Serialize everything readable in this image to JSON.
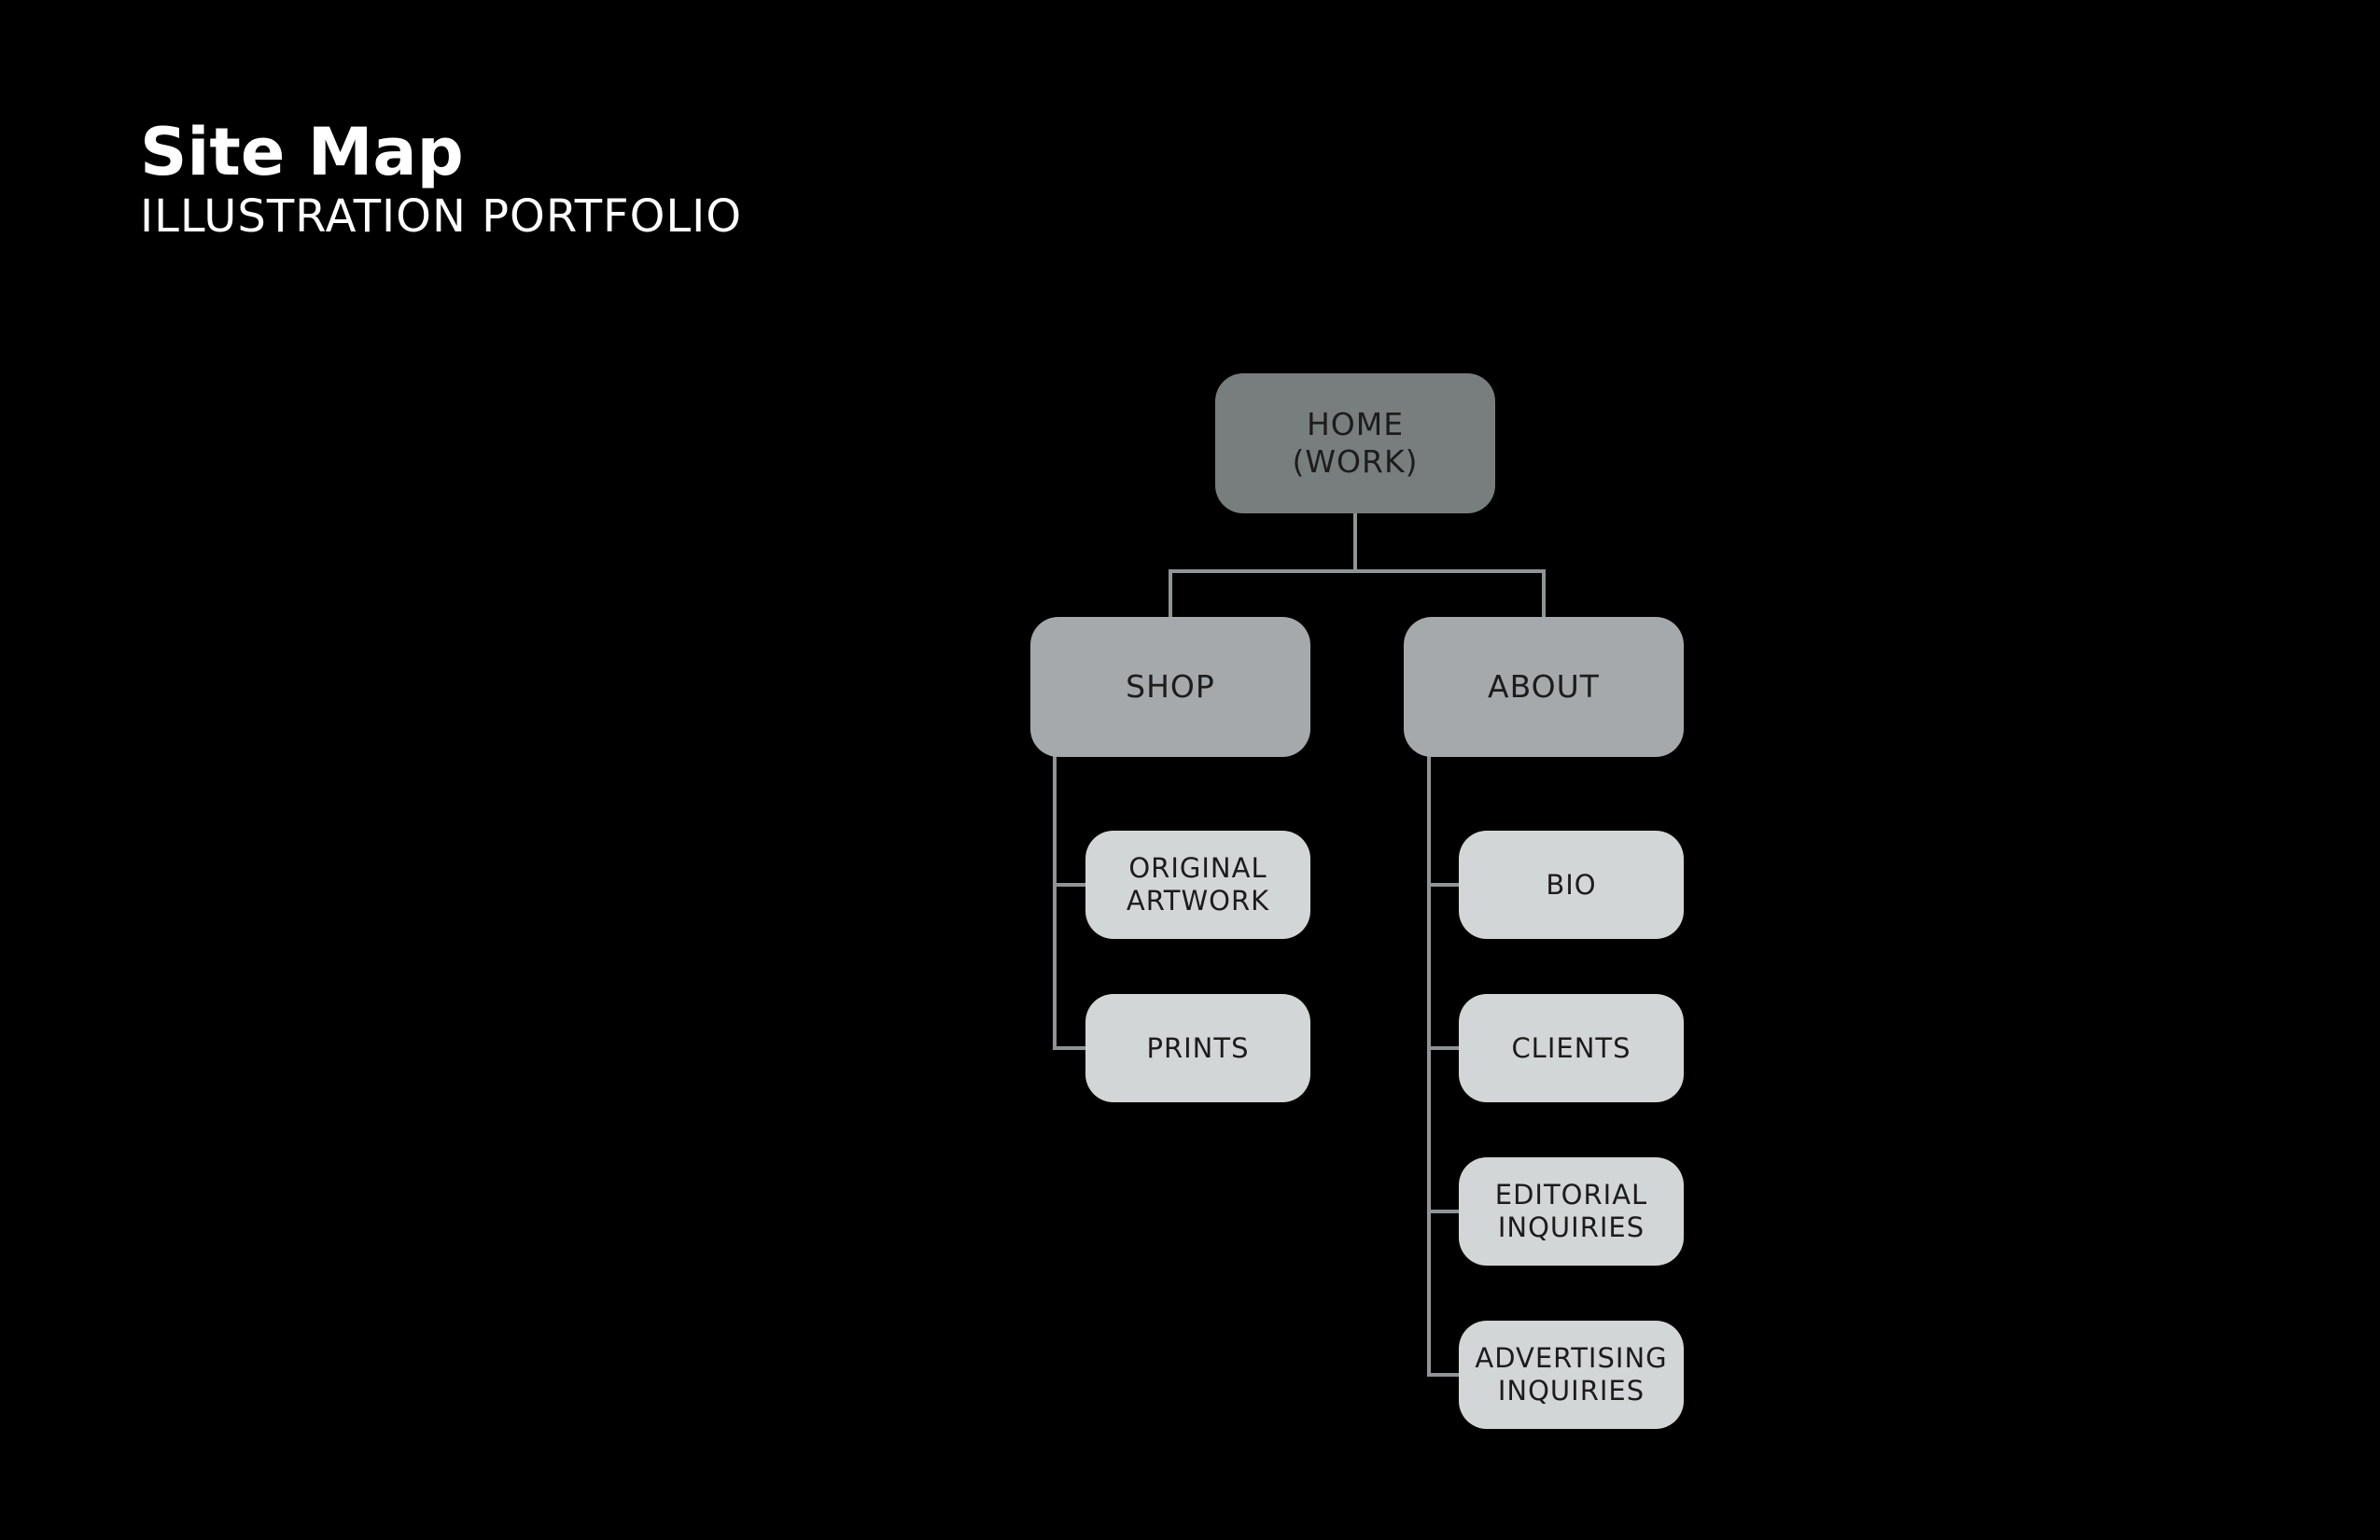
{
  "header": {
    "title": "Site Map",
    "subtitle": "ILLUSTRATION PORTFOLIO"
  },
  "colors": {
    "background": "#000000",
    "root_node": "#787e7d",
    "section_node": "#a5a9ac",
    "page_node": "#d3d6d7",
    "connector": "#8f9496",
    "node_text": "#1c1c1c"
  },
  "sitemap": {
    "root": {
      "label": "HOME\n(WORK)"
    },
    "sections": [
      {
        "label": "SHOP",
        "pages": [
          {
            "label": "ORIGINAL\nARTWORK"
          },
          {
            "label": "PRINTS"
          }
        ]
      },
      {
        "label": "ABOUT",
        "pages": [
          {
            "label": "BIO"
          },
          {
            "label": "CLIENTS"
          },
          {
            "label": "EDITORIAL\nINQUIRIES"
          },
          {
            "label": "ADVERTISING\nINQUIRIES"
          }
        ]
      }
    ]
  }
}
